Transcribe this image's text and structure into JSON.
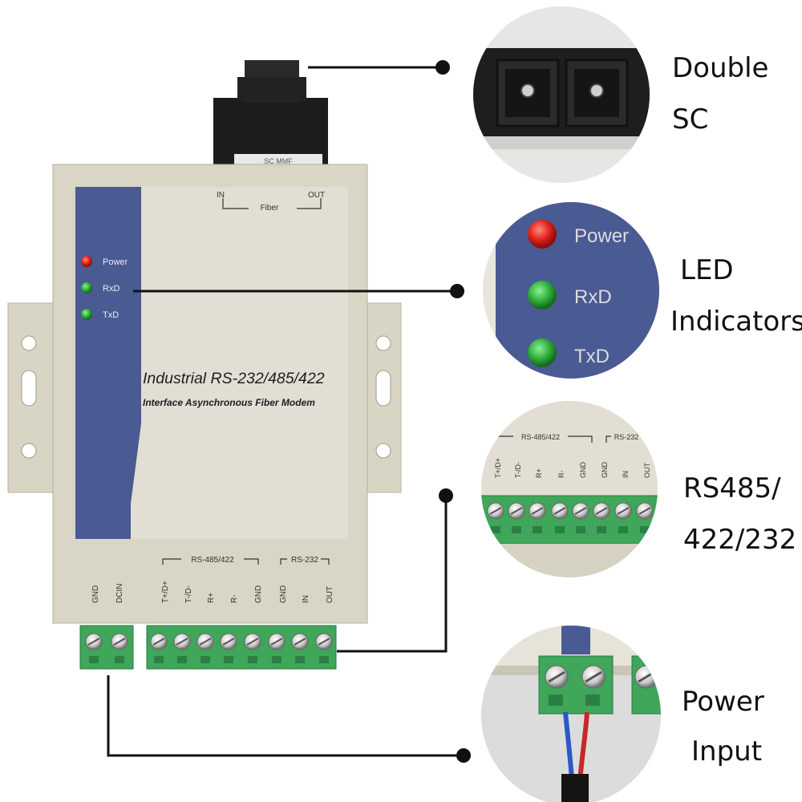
{
  "device": {
    "title": "Industrial RS-232/485/422",
    "subtitle": "Interface Asynchronous Fiber Modem",
    "fiber_label": "Fiber",
    "fiber_in": "IN",
    "fiber_out": "OUT",
    "fiber_sticker": "SC MMF",
    "leds": [
      {
        "label": "Power",
        "color": "#e0201a"
      },
      {
        "label": "RxD",
        "color": "#2fae3a"
      },
      {
        "label": "TxD",
        "color": "#2fae3a"
      }
    ],
    "power_pins": [
      "GND",
      "DCIN"
    ],
    "group_rs485": "RS-485/422",
    "group_rs232": "RS-232",
    "signal_pins": [
      "T+/D+",
      "T-/D-",
      "R+",
      "R-",
      "GND",
      "GND",
      "IN",
      "OUT"
    ]
  },
  "zooms": {
    "double_sc": {
      "caption_line1": "Double",
      "caption_line2": "SC"
    },
    "led": {
      "caption_line1": "LED",
      "caption_line2": "Indicators",
      "labels": [
        "Power",
        "RxD",
        "TxD"
      ]
    },
    "rs": {
      "caption_line1": "RS485/",
      "caption_line2": "422/232",
      "group_rs485": "RS-485/422",
      "group_rs232": "RS-232",
      "pins": [
        "T+/D+",
        "T-/D-",
        "R+",
        "R-",
        "GND",
        "GND",
        "IN",
        "OUT"
      ]
    },
    "power": {
      "caption_line1": "Power",
      "caption_line2": "Input"
    }
  },
  "colors": {
    "panel_beige": "#e3ded3",
    "panel_blue": "#4a5a92",
    "terminal_green": "#3fa65a",
    "housing": "#d9d6c6"
  }
}
